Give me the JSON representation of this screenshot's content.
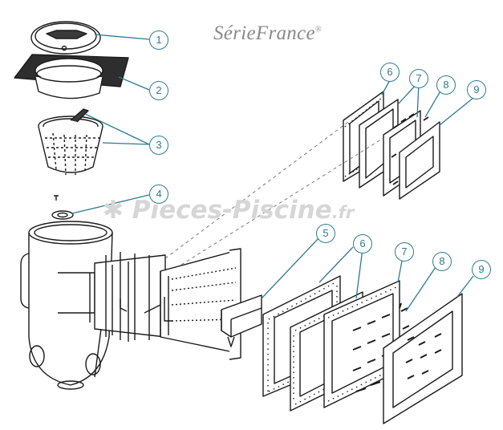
{
  "brand": {
    "prefix": "Série",
    "suffix": "France",
    "mark": "®"
  },
  "watermark": {
    "icon": "gear-cross-icon",
    "text": "Pieces-Piscine",
    "tld": ".fr"
  },
  "callouts": [
    "1",
    "2",
    "3",
    "4",
    "5",
    "6",
    "7",
    "8",
    "9",
    "6",
    "7",
    "8",
    "9"
  ],
  "colors": {
    "callout": "#2f7a93",
    "line_art": "#1a1a1a",
    "watermark": "#d6d6d6",
    "brand": "#8a8a8a"
  }
}
